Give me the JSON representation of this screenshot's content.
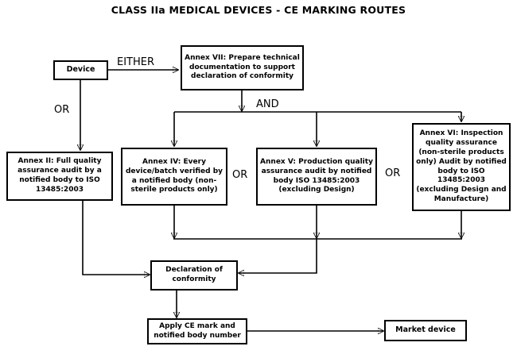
{
  "diagram": {
    "title": "CLASS IIa MEDICAL DEVICES - CE MARKING ROUTES",
    "nodes": {
      "device": "Device",
      "annex_vii": "Annex VII: Prepare technical documentation to support declaration of conformity",
      "annex_ii": "Annex II: Full quality assurance audit by a notified body to ISO 13485:2003",
      "annex_iv": "Annex IV: Every device/batch verified by a notified body (non-sterile products only)",
      "annex_v": "Annex V: Production quality assurance audit by notified body ISO 13485:2003 (excluding Design)",
      "annex_vi": "Annex VI: Inspection quality assurance (non-sterile products only) Audit by notified body to ISO 13485:2003 (excluding Design and Manufacture)",
      "declaration": "Declaration of conformity",
      "apply_ce": "Apply CE mark and notified body number",
      "market": "Market device"
    },
    "connector_labels": {
      "either": "EITHER",
      "or_left": "OR",
      "and": "AND",
      "or_iv_v": "OR",
      "or_v_vi": "OR"
    },
    "colors": {
      "line": "#000000",
      "box_border": "#000000",
      "background": "#ffffff",
      "text": "#000000"
    }
  }
}
